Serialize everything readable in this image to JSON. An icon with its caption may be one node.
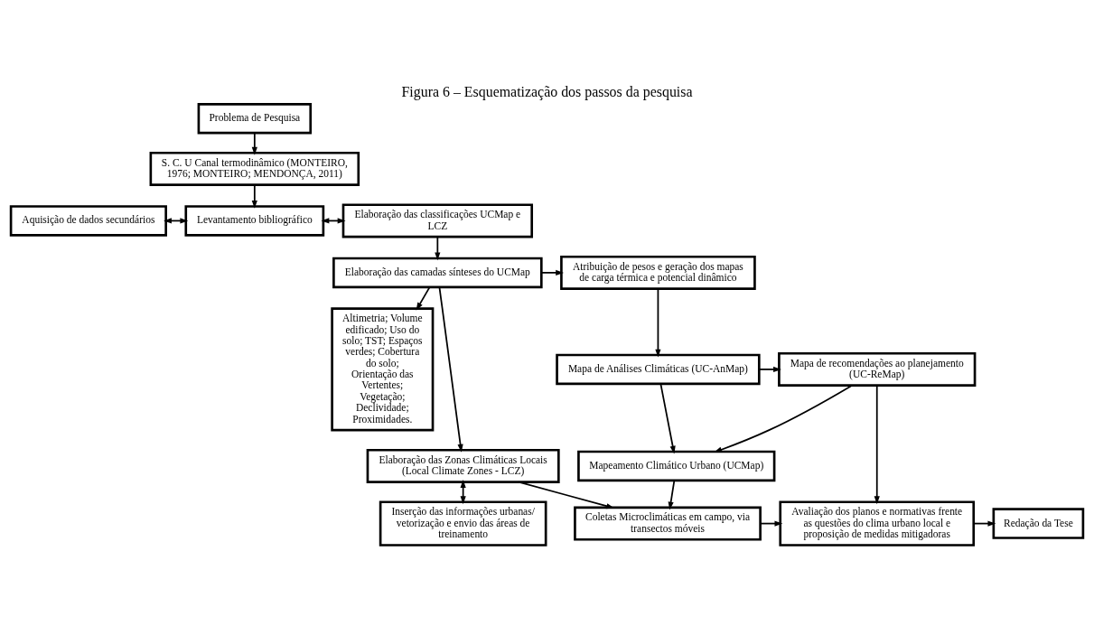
{
  "diagram": {
    "title": "Figura 6 – Esquematização dos passos da pesquisa",
    "nodes": [
      {
        "text": [
          "Problema de Pesquisa"
        ]
      },
      {
        "text": [
          "S. C. U Canal termodinâmico (MONTEIRO, 1976; MONTEIRO; MENDONÇA, 2011)"
        ]
      },
      {
        "text": [
          "Aquisição de dados secundários"
        ]
      },
      {
        "text": [
          "Levantamento bibliográfico"
        ]
      },
      {
        "text": [
          "Elaboração das classificações UCMap e LCZ"
        ]
      },
      {
        "text": [
          "Altimetria; Volume edificado; Uso do solo; TST; Espaços verdes; Cobertura do solo; Orientação das Vertentes; Vegetação; Declividade; Proximidades."
        ]
      },
      {
        "text": [
          "Atribuição de pesos e geração dos mapas de carga térmica e potencial dinâmico"
        ]
      },
      {
        "text": [
          "Elaboração das camadas sínteses do UCMap"
        ]
      },
      {
        "text": [
          "Mapa de recomendações ao planejamento (UC-ReMap)"
        ]
      },
      {
        "text": [
          "Mapa de Análises Climáticas (UC-AnMap)"
        ]
      },
      {
        "text": [
          "Mapeamento Climático Urbano (UCMap)"
        ]
      },
      {
        "text": [
          "Elaboração das Zonas Climáticas Locais (Local Climate Zones - LCZ)"
        ]
      },
      {
        "text": [
          "Redação da Tese"
        ]
      },
      {
        "text": [
          "Avaliação dos planos e normativas frente as questões do clima urbano local e proposição de medidas mitigadoras"
        ]
      },
      {
        "text": [
          "Coletas Microclimáticas em campo, via transectos móveis"
        ]
      },
      {
        "text": [
          "Inserção das informações urbanas/ vetorização e envio das áreas de treinamento"
        ]
      }
    ],
    "edges": [
      {
        "from": 0,
        "to": 1,
        "arrow": "to"
      },
      {
        "from": 1,
        "to": 3,
        "arrow": "to"
      },
      {
        "from": 2,
        "to": 3,
        "arrow": "both"
      },
      {
        "from": 3,
        "to": 4,
        "arrow": "both"
      },
      {
        "from": 4,
        "to": 7,
        "arrow": "to"
      },
      {
        "from": 7,
        "to": 6,
        "arrow": "to"
      },
      {
        "from": 7,
        "to": 5,
        "arrow": "to"
      },
      {
        "from": 6,
        "to": 9,
        "arrow": "to"
      },
      {
        "from": 9,
        "to": 8,
        "arrow": "to"
      },
      {
        "from": 8,
        "to": 10,
        "arrow": "to"
      },
      {
        "from": 9,
        "to": 10,
        "arrow": "to"
      },
      {
        "from": 7,
        "to": 11,
        "arrow": "to"
      },
      {
        "from": 8,
        "to": 13,
        "arrow": "to"
      },
      {
        "from": 10,
        "to": 14,
        "arrow": "to"
      },
      {
        "from": 11,
        "to": 14,
        "arrow": "to"
      },
      {
        "from": 11,
        "to": 15,
        "arrow": "both"
      },
      {
        "from": 14,
        "to": 13,
        "arrow": "to"
      },
      {
        "from": 13,
        "to": 12,
        "arrow": "to"
      }
    ]
  }
}
